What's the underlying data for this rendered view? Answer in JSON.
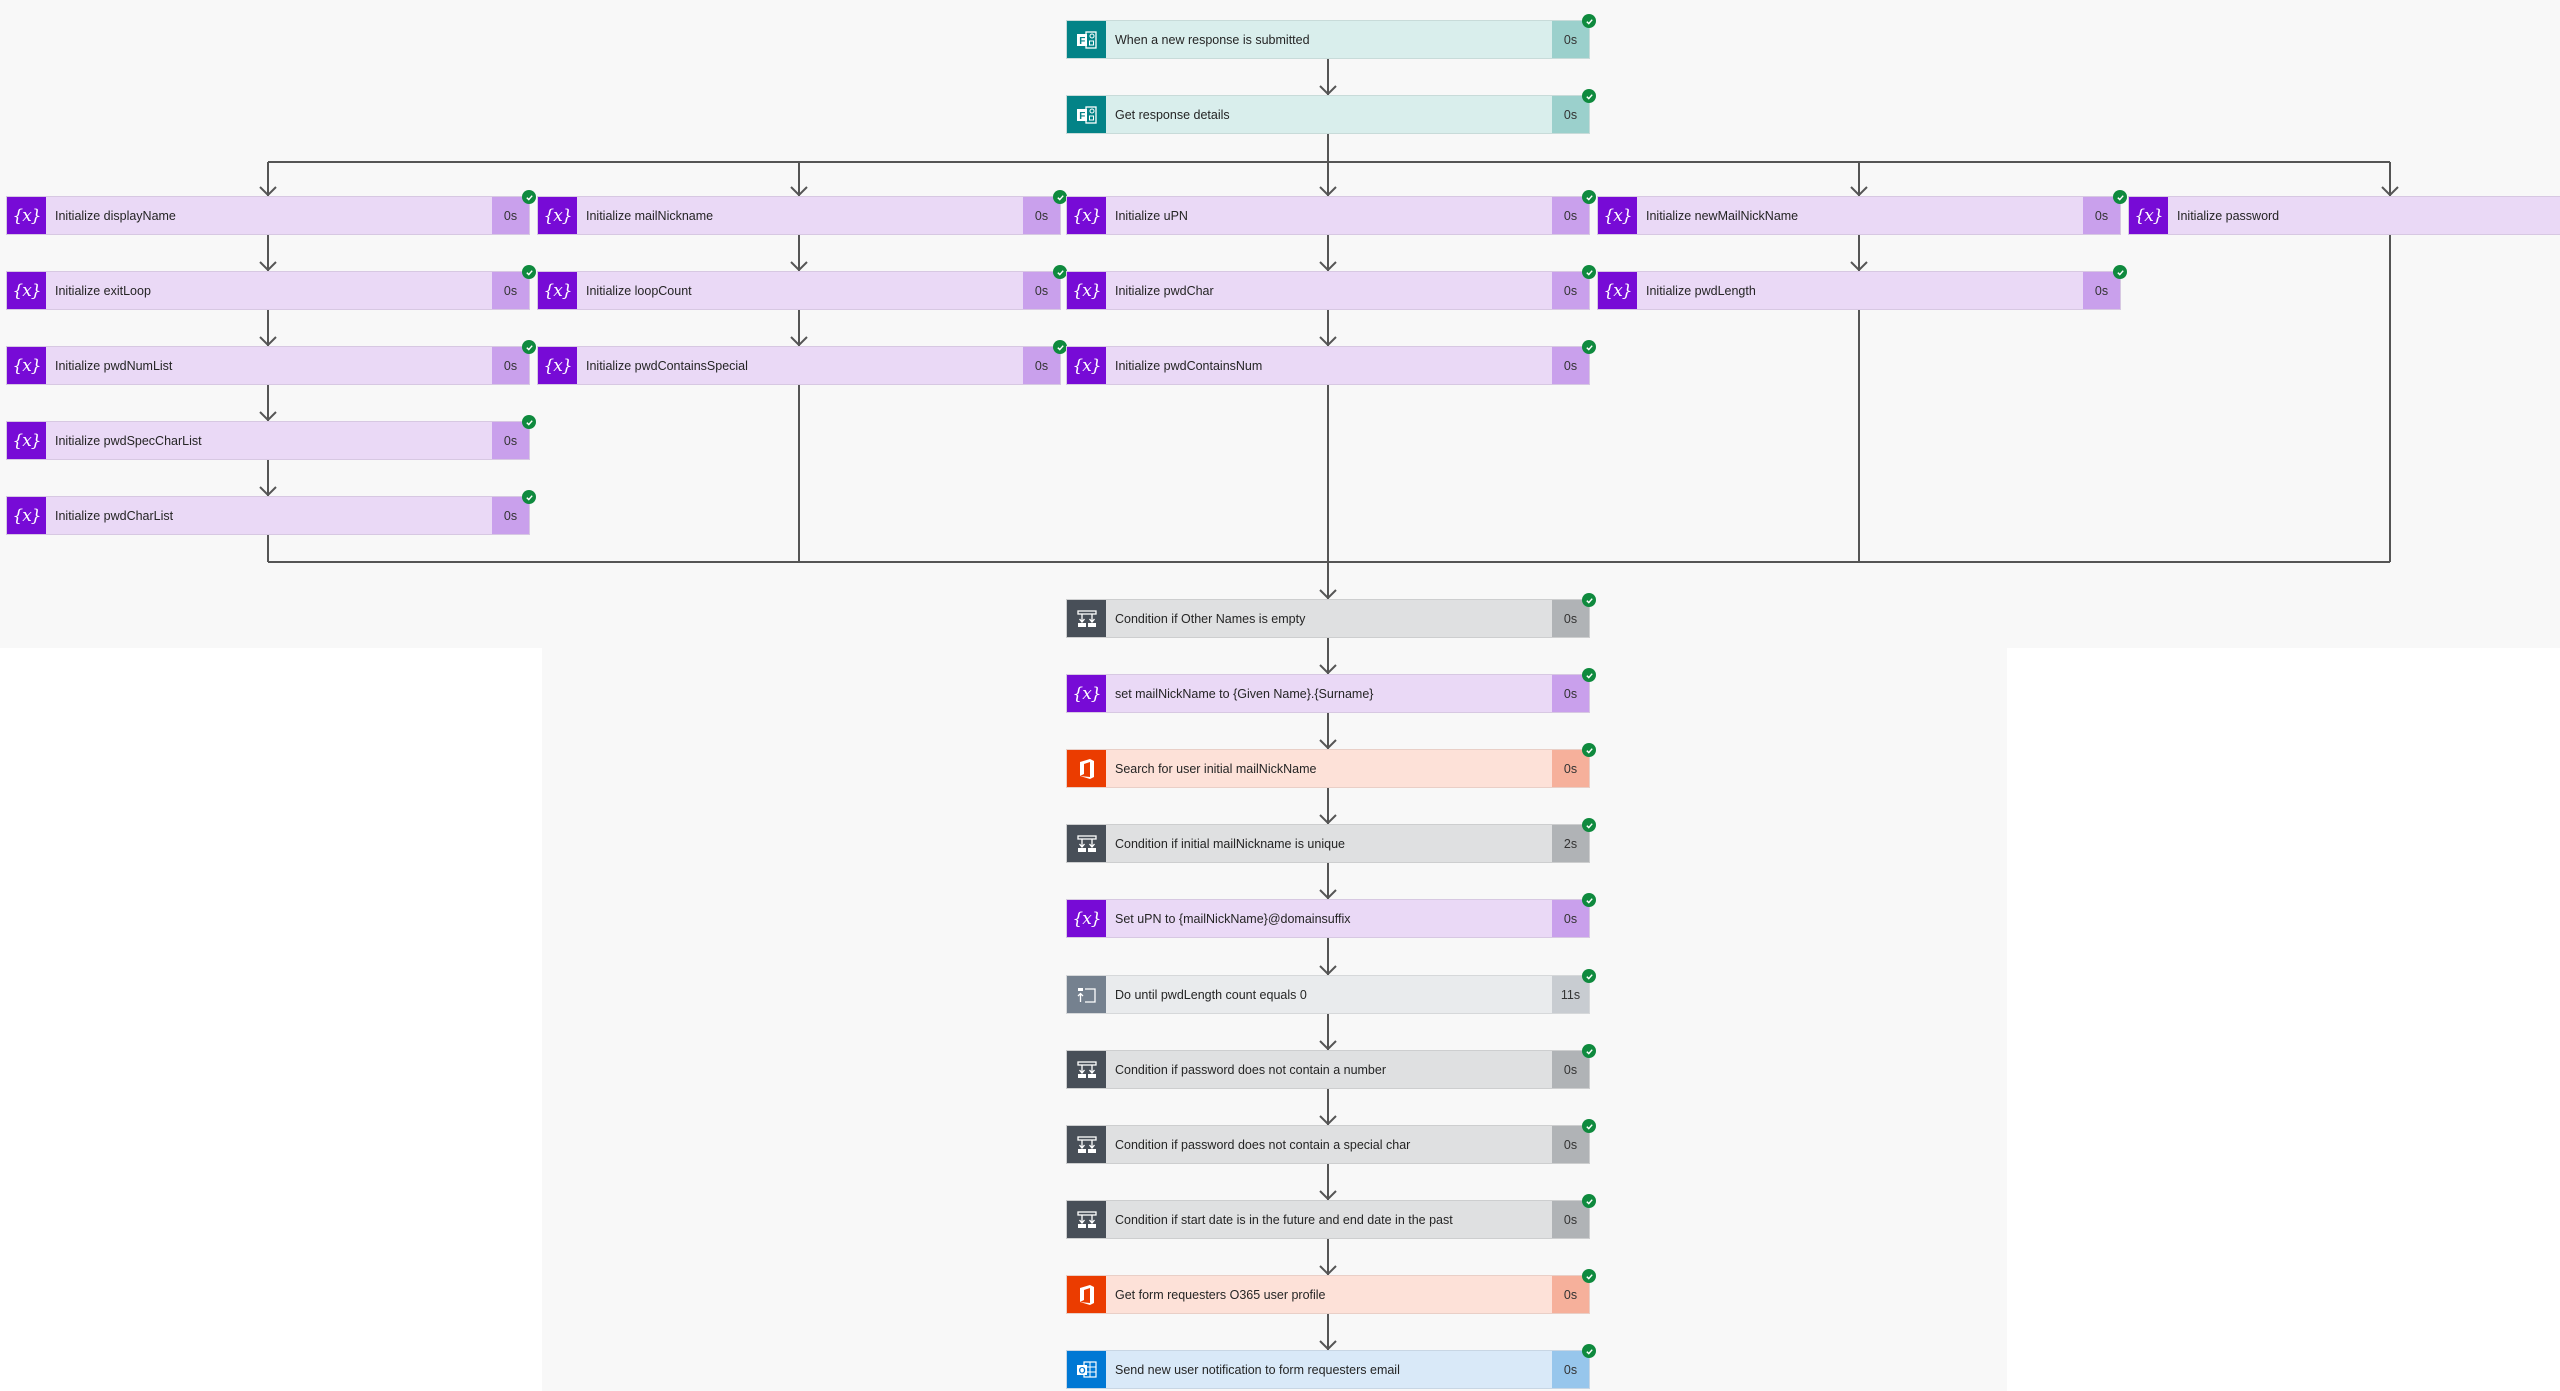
{
  "colors": {
    "success": "#0f8a3e",
    "connector": "#555555"
  },
  "trigger": [
    {
      "label": "When a new response is submitted",
      "duration": "0s",
      "type": "forms"
    },
    {
      "label": "Get response details",
      "duration": "0s",
      "type": "forms"
    }
  ],
  "columns": [
    [
      {
        "label": "Initialize displayName",
        "duration": "0s",
        "type": "var"
      },
      {
        "label": "Initialize exitLoop",
        "duration": "0s",
        "type": "var"
      },
      {
        "label": "Initialize pwdNumList",
        "duration": "0s",
        "type": "var"
      },
      {
        "label": "Initialize pwdSpecCharList",
        "duration": "0s",
        "type": "var"
      },
      {
        "label": "Initialize pwdCharList",
        "duration": "0s",
        "type": "var"
      }
    ],
    [
      {
        "label": "Initialize mailNickname",
        "duration": "0s",
        "type": "var"
      },
      {
        "label": "Initialize loopCount",
        "duration": "0s",
        "type": "var"
      },
      {
        "label": "Initialize pwdContainsSpecial",
        "duration": "0s",
        "type": "var"
      }
    ],
    [
      {
        "label": "Initialize uPN",
        "duration": "0s",
        "type": "var"
      },
      {
        "label": "Initialize pwdChar",
        "duration": "0s",
        "type": "var"
      },
      {
        "label": "Initialize pwdContainsNum",
        "duration": "0s",
        "type": "var"
      }
    ],
    [
      {
        "label": "Initialize newMailNickName",
        "duration": "0s",
        "type": "var"
      },
      {
        "label": "Initialize pwdLength",
        "duration": "0s",
        "type": "var"
      }
    ],
    [
      {
        "label": "Initialize password",
        "duration": null,
        "type": "var"
      }
    ]
  ],
  "chain": [
    {
      "label": "Condition if Other Names is empty",
      "duration": "0s",
      "type": "cond"
    },
    {
      "label": "set mailNickName to {Given Name}.{Surname}",
      "duration": "0s",
      "type": "var"
    },
    {
      "label": "Search for user initial mailNickName",
      "duration": "0s",
      "type": "office"
    },
    {
      "label": "Condition if initial mailNickname is unique",
      "duration": "2s",
      "type": "cond"
    },
    {
      "label": "Set uPN to {mailNickName}@domainsuffix",
      "duration": "0s",
      "type": "var"
    },
    {
      "label": "Do until pwdLength count equals 0",
      "duration": "11s",
      "type": "loop"
    },
    {
      "label": "Condition if password does not contain a number",
      "duration": "0s",
      "type": "cond"
    },
    {
      "label": "Condition if password does not contain a special char",
      "duration": "0s",
      "type": "cond"
    },
    {
      "label": "Condition if start date is in the future and end date in the past",
      "duration": "0s",
      "type": "cond"
    },
    {
      "label": "Get form requesters O365 user profile",
      "duration": "0s",
      "type": "office"
    },
    {
      "label": "Send new user notification to form requesters email",
      "duration": "0s",
      "type": "outlook"
    }
  ]
}
